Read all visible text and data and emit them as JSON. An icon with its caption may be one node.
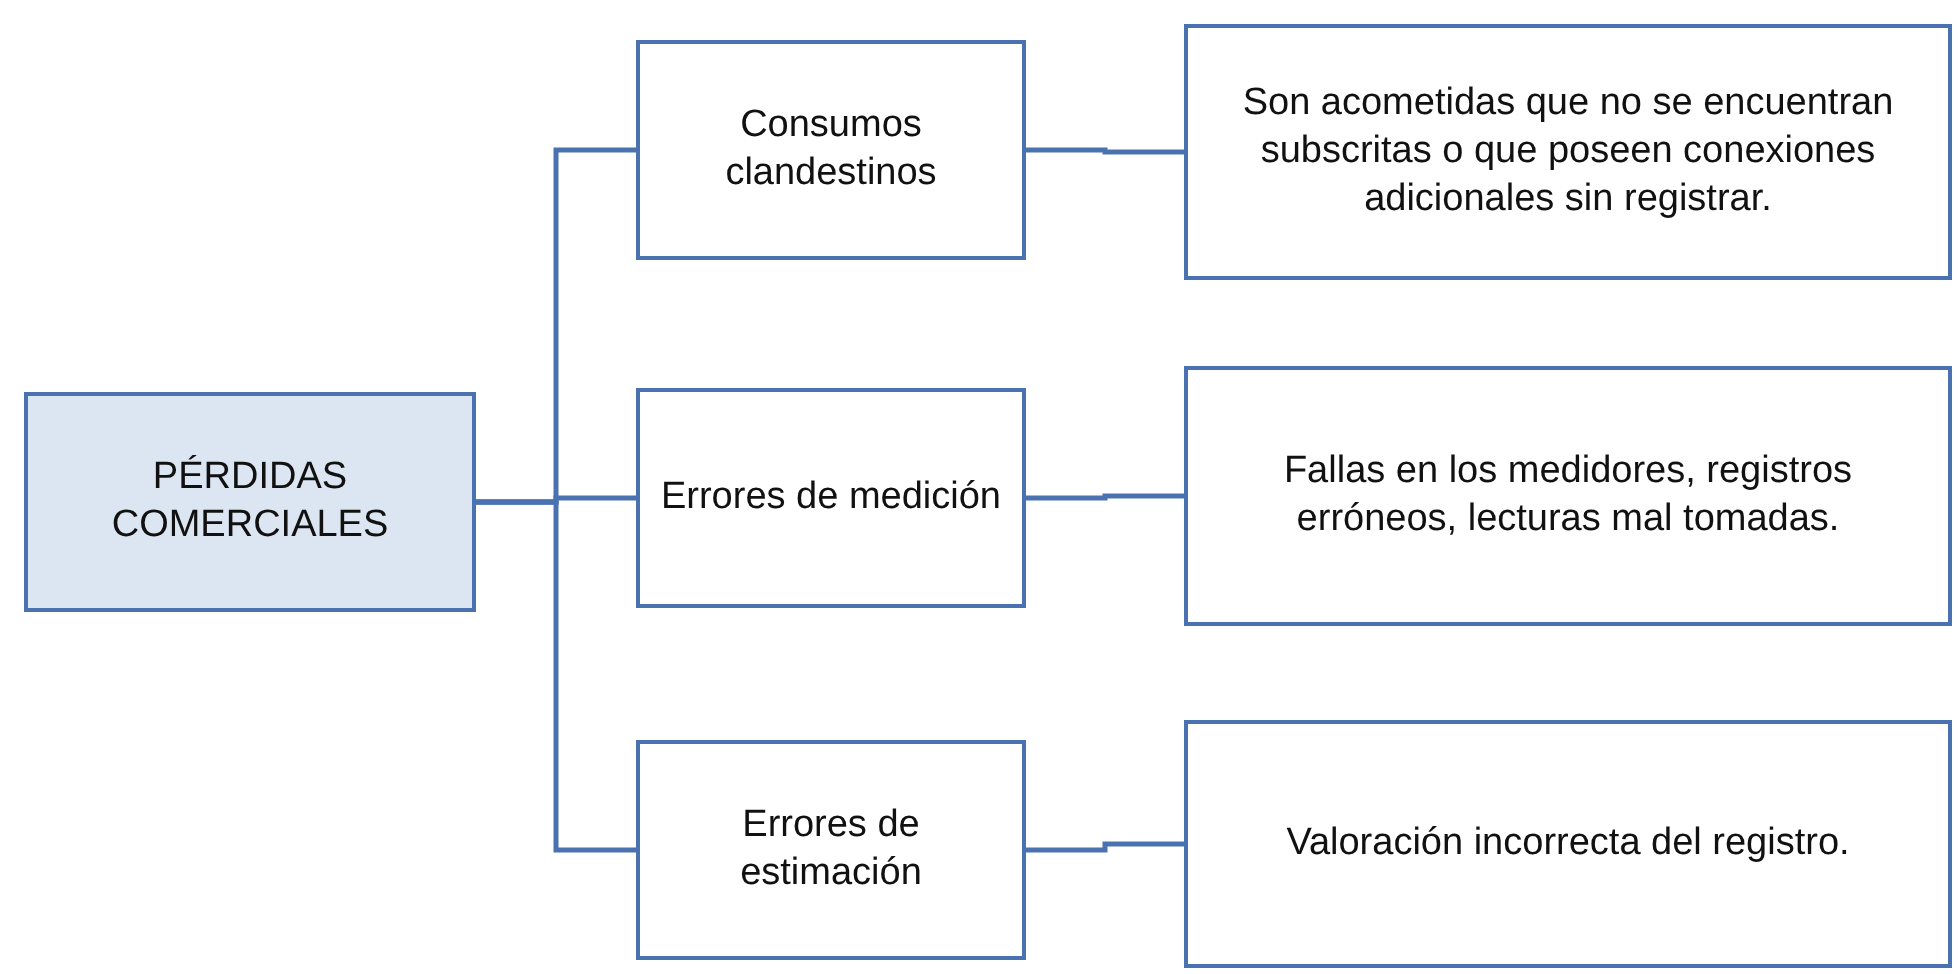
{
  "diagram": {
    "nodes": [
      {
        "text": [
          "PÉRDIDAS COMERCIALES"
        ]
      },
      {
        "text": [
          "Consumos clandestinos"
        ]
      },
      {
        "text": [
          "Errores de medición"
        ]
      },
      {
        "text": [
          "Errores de estimación"
        ]
      },
      {
        "text": [
          "Son acometidas que no se encuentran subscritas o que poseen conexiones adicionales sin registrar."
        ]
      },
      {
        "text": [
          "Fallas en los medidores, registros erróneos, lecturas mal tomadas."
        ]
      },
      {
        "text": [
          "Valoración incorrecta del registro."
        ]
      }
    ],
    "edges": [
      {
        "from": 0,
        "to": 1,
        "arrow": "none"
      },
      {
        "from": 0,
        "to": 2,
        "arrow": "none"
      },
      {
        "from": 0,
        "to": 3,
        "arrow": "none"
      },
      {
        "from": 1,
        "to": 4,
        "arrow": "none"
      },
      {
        "from": 2,
        "to": 5,
        "arrow": "none"
      },
      {
        "from": 3,
        "to": 6,
        "arrow": "none"
      }
    ]
  }
}
